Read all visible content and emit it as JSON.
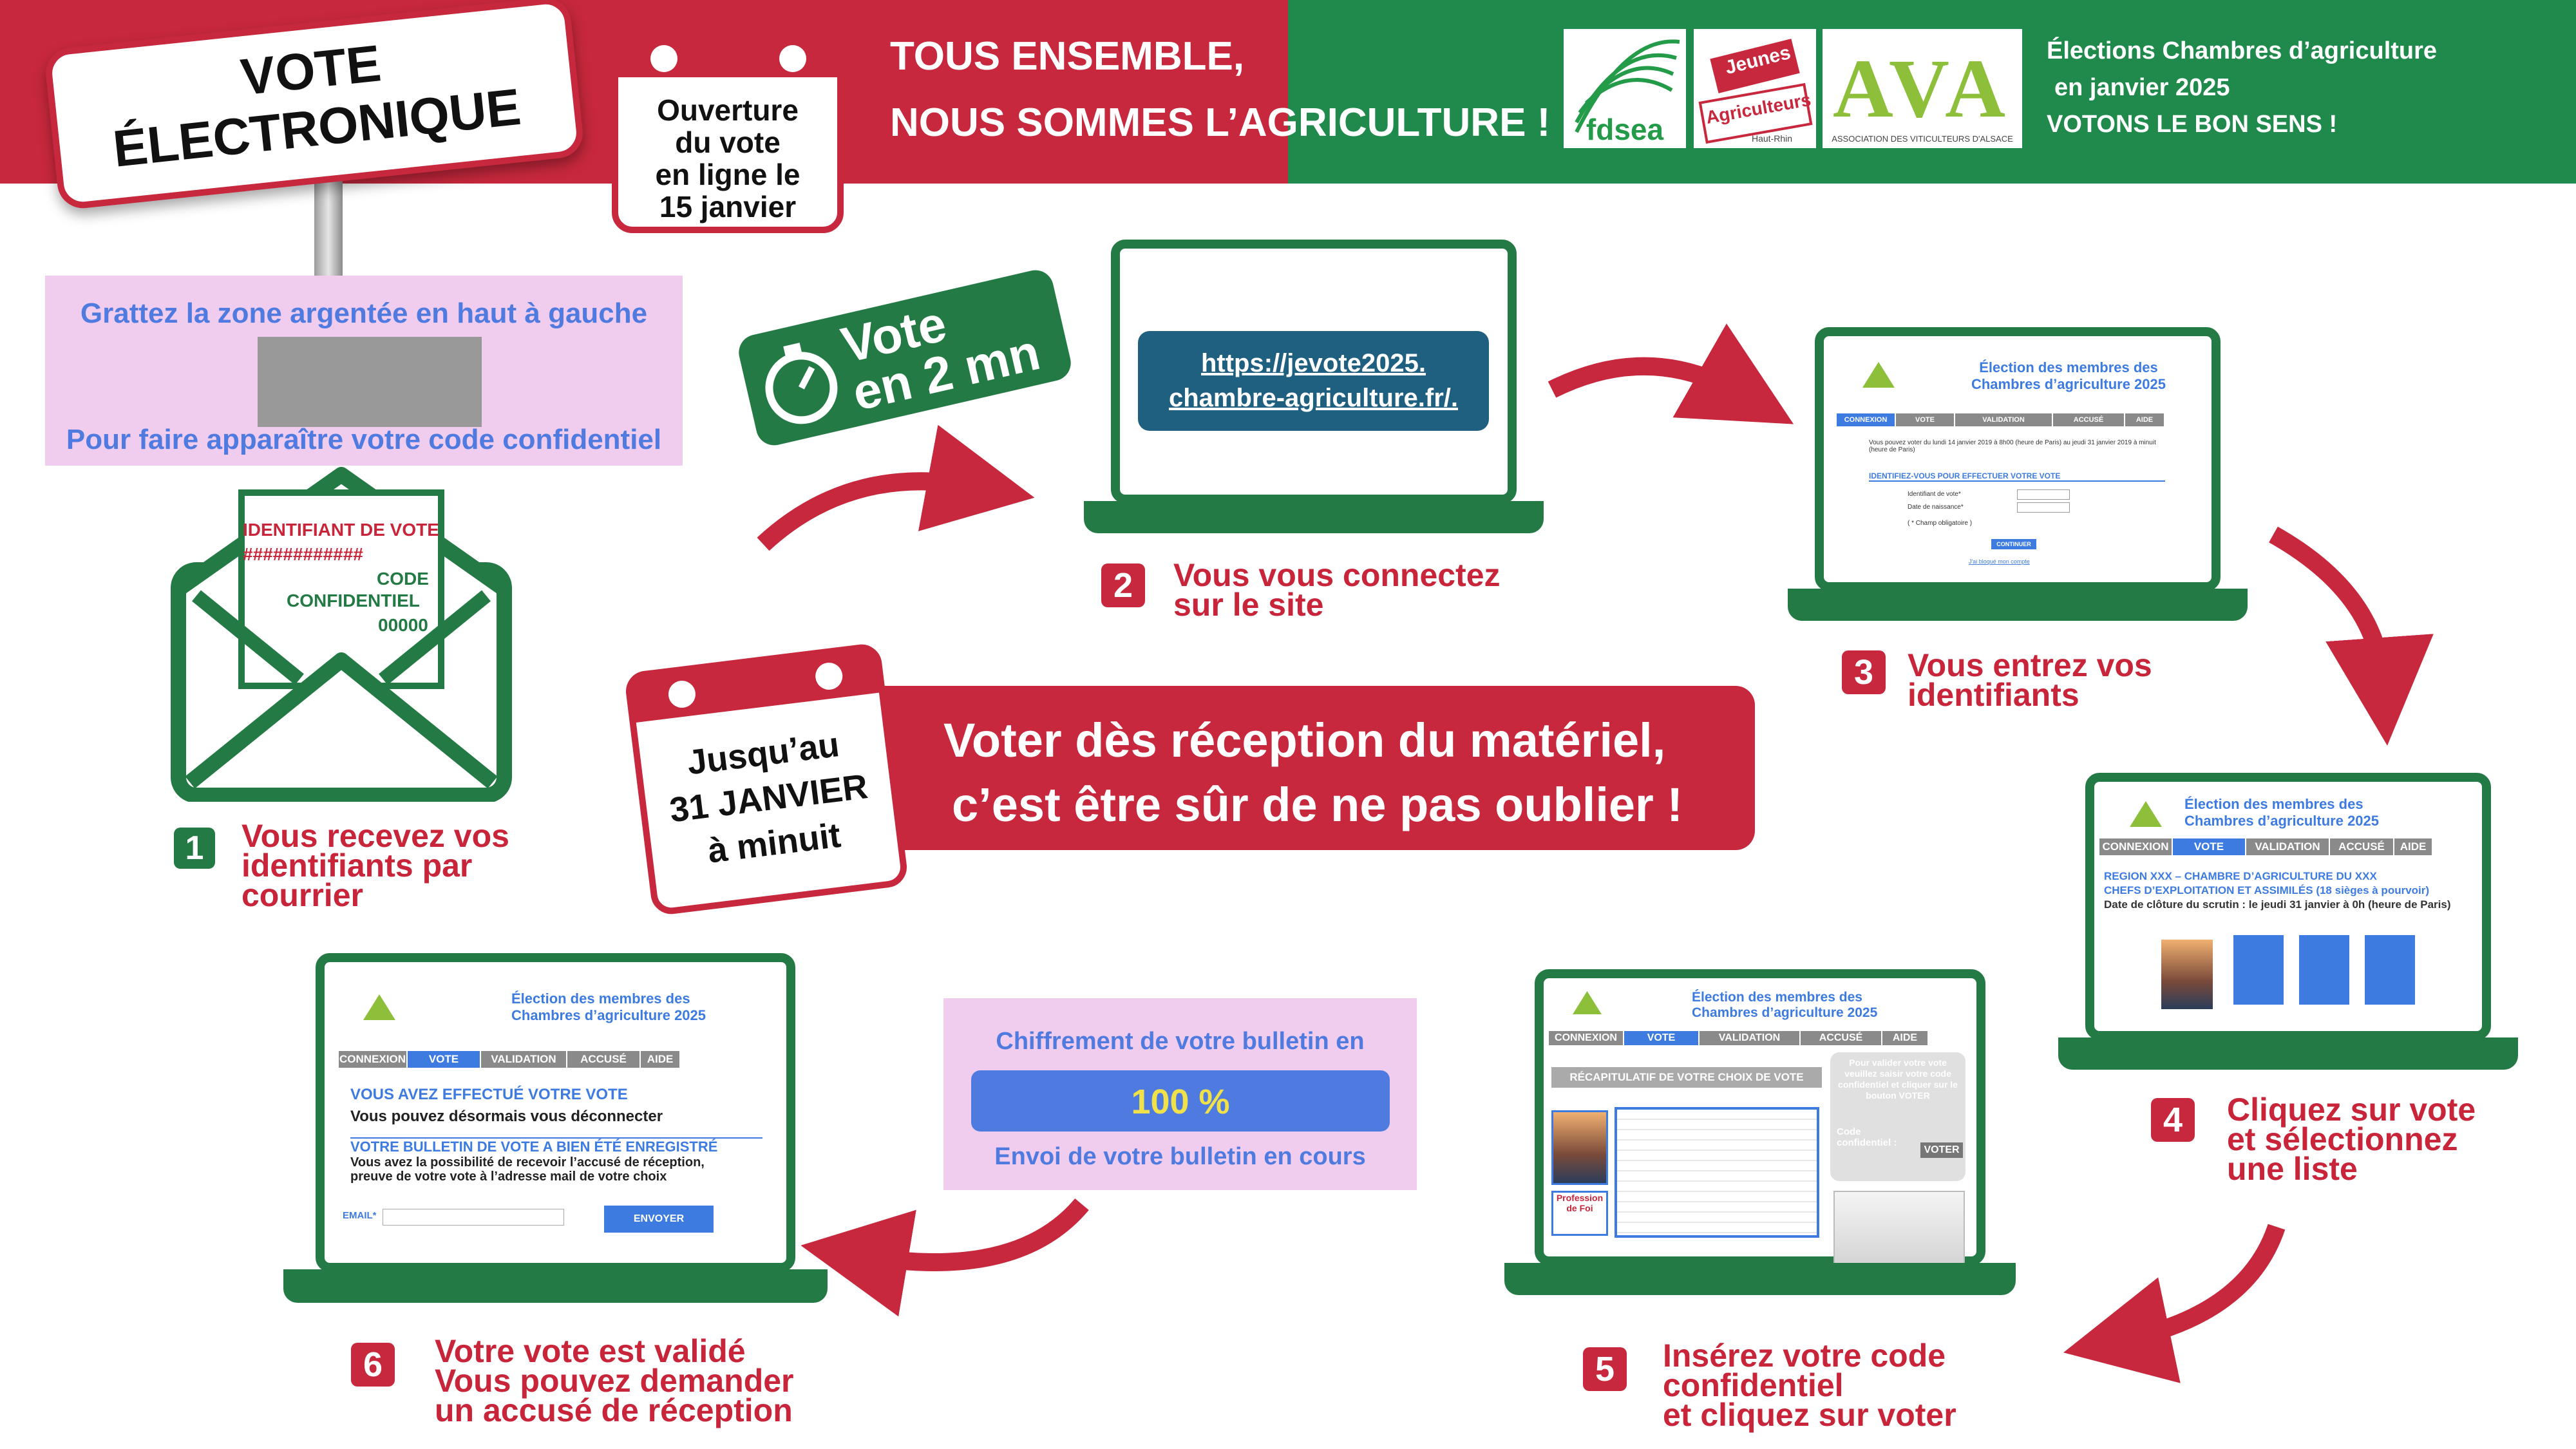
{
  "header": {
    "sign_line1": "VOTE",
    "sign_line2": "ÉLECTRONIQUE",
    "opening_calendar": [
      "Ouverture",
      "du vote",
      "en ligne le",
      "15  janvier"
    ],
    "slogan_line1": "TOUS  ENSEMBLE,",
    "slogan_line2": "NOUS  SOMMES L’AGRICULTURE !",
    "logo_fdsea": "fdsea",
    "logo_ja_line1": "Jeunes",
    "logo_ja_line2": "Agriculteurs",
    "logo_ja_sub": "Haut-Rhin",
    "logo_ava": "AVA",
    "logo_ava_sub": "ASSOCIATION DES VITICULTEURS D'ALSACE",
    "election_line1": "Élections Chambres d’agriculture",
    "election_line2": "en janvier 2025",
    "election_line3": "VOTONS LE BON SENS !"
  },
  "scratch": {
    "line1": "Grattez la zone argentée en haut à gauche",
    "line2": "Pour faire apparaître votre code confidentiel"
  },
  "letter": {
    "identifiant_label": "IDENTIFIANT DE VOTE",
    "identifiant_value": "############",
    "code_label_1": "CODE",
    "code_label_2": "CONFIDENTIEL",
    "code_value": "00000"
  },
  "timer_badge": {
    "line1": "Vote",
    "line2": "en 2 mn"
  },
  "url": {
    "line1": "https://jevote2025.",
    "line2": "chambre-agriculture.fr/."
  },
  "deadline_calendar": [
    "Jusqu’au",
    "31 JANVIER",
    "à minuit"
  ],
  "banner": {
    "line1": "Voter dès réception du matériel,",
    "line2": "c’est être sûr de ne pas oublier !"
  },
  "screens": {
    "title_line1": "Élection des membres des",
    "title_line2": "Chambres d’agriculture 2025",
    "tabs": [
      "CONNEXION",
      "VOTE",
      "VALIDATION",
      "ACCUSÉ",
      "AIDE"
    ],
    "login_intro": "Vous pouvez voter du lundi 14 janvier 2019 à 8h00 (heure de Paris) au jeudi 31 janvier 2019 à minuit (heure de Paris)",
    "login_heading": "IDENTIFIEZ-VOUS POUR EFFECTUER VOTRE VOTE",
    "login_field1": "Identifiant de vote*",
    "login_field2": "Date de naissance*",
    "login_required": "( * Champ obligatoire )",
    "login_button": "CONTINUER",
    "login_link": "J'ai bloqué mon compte",
    "region_line1": "REGION XXX – CHAMBRE D’AGRICULTURE DU XXX",
    "region_line2": "CHEFS D’EXPLOITATION ET ASSIMILÉS (18 sièges à pourvoir)",
    "region_line3": "Date de clôture du scrutin : le jeudi 31 janvier à 0h (heure de Paris)",
    "recap_title": "RÉCAPITULATIF DE VOTRE CHOIX DE VOTE",
    "recap_hint": "Pour valider votre vote veuillez saisir votre code confidentiel et cliquer sur le bouton VOTER",
    "recap_code_label": "Code confidentiel :",
    "recap_vote_button": "VOTER",
    "recap_prof": "Profession de Foi",
    "done_heading": "VOUS AVEZ EFFECTUÉ VOTRE VOTE",
    "done_sub": "Vous pouvez désormais vous déconnecter",
    "done_heading2": "VOTRE BULLETIN DE VOTE A BIEN ÉTÉ ENREGISTRÉ",
    "done_text": "Vous avez la possibilité de recevoir l’accusé de réception, preuve de votre vote à l’adresse mail de votre choix",
    "done_email": "EMAIL*",
    "done_button": "ENVOYER"
  },
  "encryption": {
    "title": "Chiffrement de votre bulletin en",
    "percent": "100 %",
    "progress": 100,
    "footer": "Envoi de votre bulletin en cours"
  },
  "steps": [
    {
      "num": "1",
      "lines": [
        "Vous recevez vos",
        "identifiants par",
        "courrier"
      ]
    },
    {
      "num": "2",
      "lines": [
        "Vous vous connectez",
        "sur le site"
      ]
    },
    {
      "num": "3",
      "lines": [
        "Vous entrez vos",
        "identifiants"
      ]
    },
    {
      "num": "4",
      "lines": [
        "Cliquez sur vote",
        "et sélectionnez",
        "une liste"
      ]
    },
    {
      "num": "5",
      "lines": [
        "Insérez votre code",
        "confidentiel",
        "et cliquez sur voter"
      ]
    },
    {
      "num": "6",
      "lines": [
        "Votre vote est validé",
        "Vous pouvez demander",
        "un accusé de réception"
      ]
    }
  ],
  "colors": {
    "red": "#c8283d",
    "green": "#237a45",
    "blue": "#3d7be0",
    "pink": "#f0cdee"
  }
}
